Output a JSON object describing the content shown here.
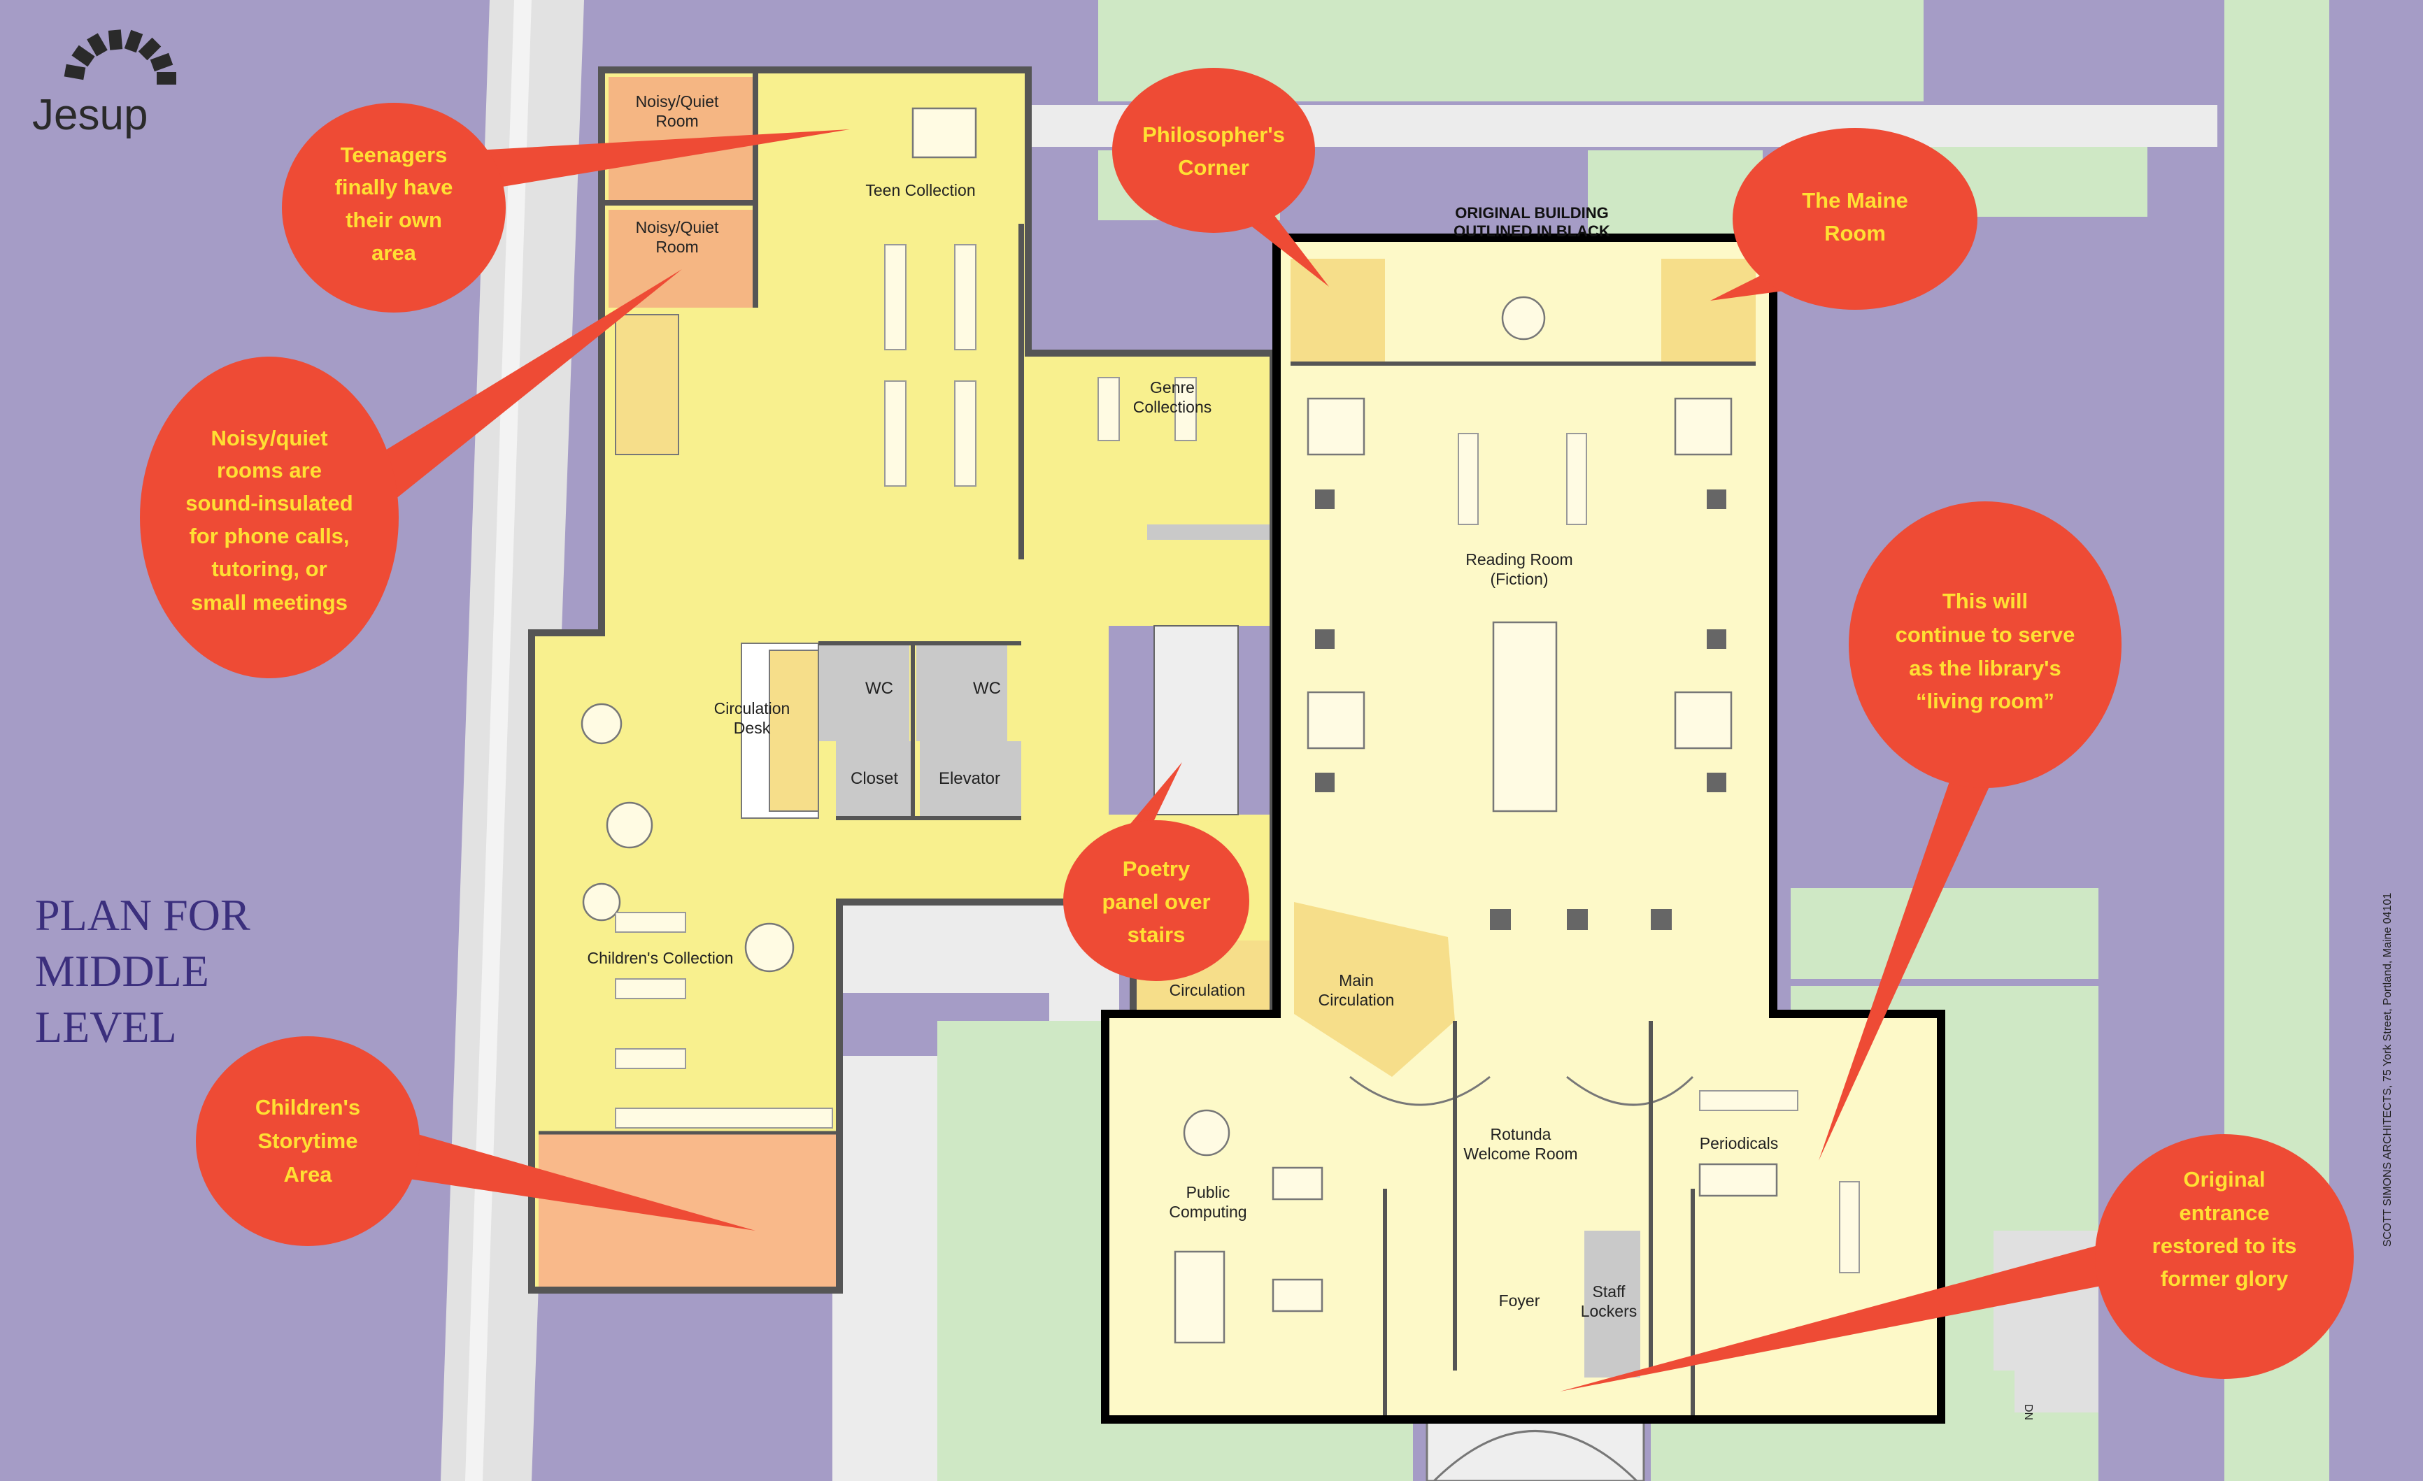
{
  "logo": {
    "name": "Jesup"
  },
  "plan_title": {
    "line1": "PLAN FOR",
    "line2": "MIDDLE",
    "line3": "LEVEL"
  },
  "note": {
    "line1": "ORIGINAL BUILDING",
    "line2": "OUTLINED IN BLACK"
  },
  "credit": "SCOTT SIMONS ARCHITECTS, 75 York Street, Portland, Maine 04101",
  "dn_label": "DN",
  "colors": {
    "background": "#a59cc6",
    "lawn": "#cfe8c5",
    "paving": "#ececec",
    "new_wing": "#f8f08e",
    "original_building": "#fdf9c8",
    "quiet_rooms": "#f5b683",
    "storytime": "#f9b98a",
    "services": "#c9c9c9",
    "callout": "#ee4b35",
    "callout_text": "#ffe033"
  },
  "rooms": {
    "noisy_quiet_1": {
      "line1": "Noisy/Quiet",
      "line2": "Room"
    },
    "noisy_quiet_2": {
      "line1": "Noisy/Quiet",
      "line2": "Room"
    },
    "teen": "Teen Collection",
    "genre": {
      "line1": "Genre",
      "line2": "Collections"
    },
    "circ_desk": {
      "line1": "Circulation",
      "line2": "Desk"
    },
    "wc1": "WC",
    "wc2": "WC",
    "closet": "Closet",
    "elevator": "Elevator",
    "children": "Children's Collection",
    "circulation": "Circulation",
    "main_circ": {
      "line1": "Main",
      "line2": "Circulation"
    },
    "reading": {
      "line1": "Reading Room",
      "line2": "(Fiction)"
    },
    "rotunda": {
      "line1": "Rotunda",
      "line2": "Welcome Room"
    },
    "periodicals": "Periodicals",
    "public_computing": {
      "line1": "Public",
      "line2": "Computing"
    },
    "foyer": "Foyer",
    "staff_lockers": {
      "line1": "Staff",
      "line2": "Lockers"
    }
  },
  "callouts": {
    "teen": [
      "Teenagers",
      "finally have",
      "their own",
      "area"
    ],
    "noisy": [
      "Noisy/quiet",
      "rooms are",
      "sound-insulated",
      "for phone calls,",
      "tutoring, or",
      "small meetings"
    ],
    "storytime": [
      "Children's",
      "Storytime",
      "Area"
    ],
    "philosopher": [
      "Philosopher's",
      "Corner"
    ],
    "poetry": [
      "Poetry",
      "panel over",
      "stairs"
    ],
    "maine": [
      "The Maine",
      "Room"
    ],
    "living": [
      "This will",
      "continue to serve",
      "as the library's",
      "“living room”"
    ],
    "entrance": [
      "Original",
      "entrance",
      "restored to its",
      "former glory"
    ]
  }
}
